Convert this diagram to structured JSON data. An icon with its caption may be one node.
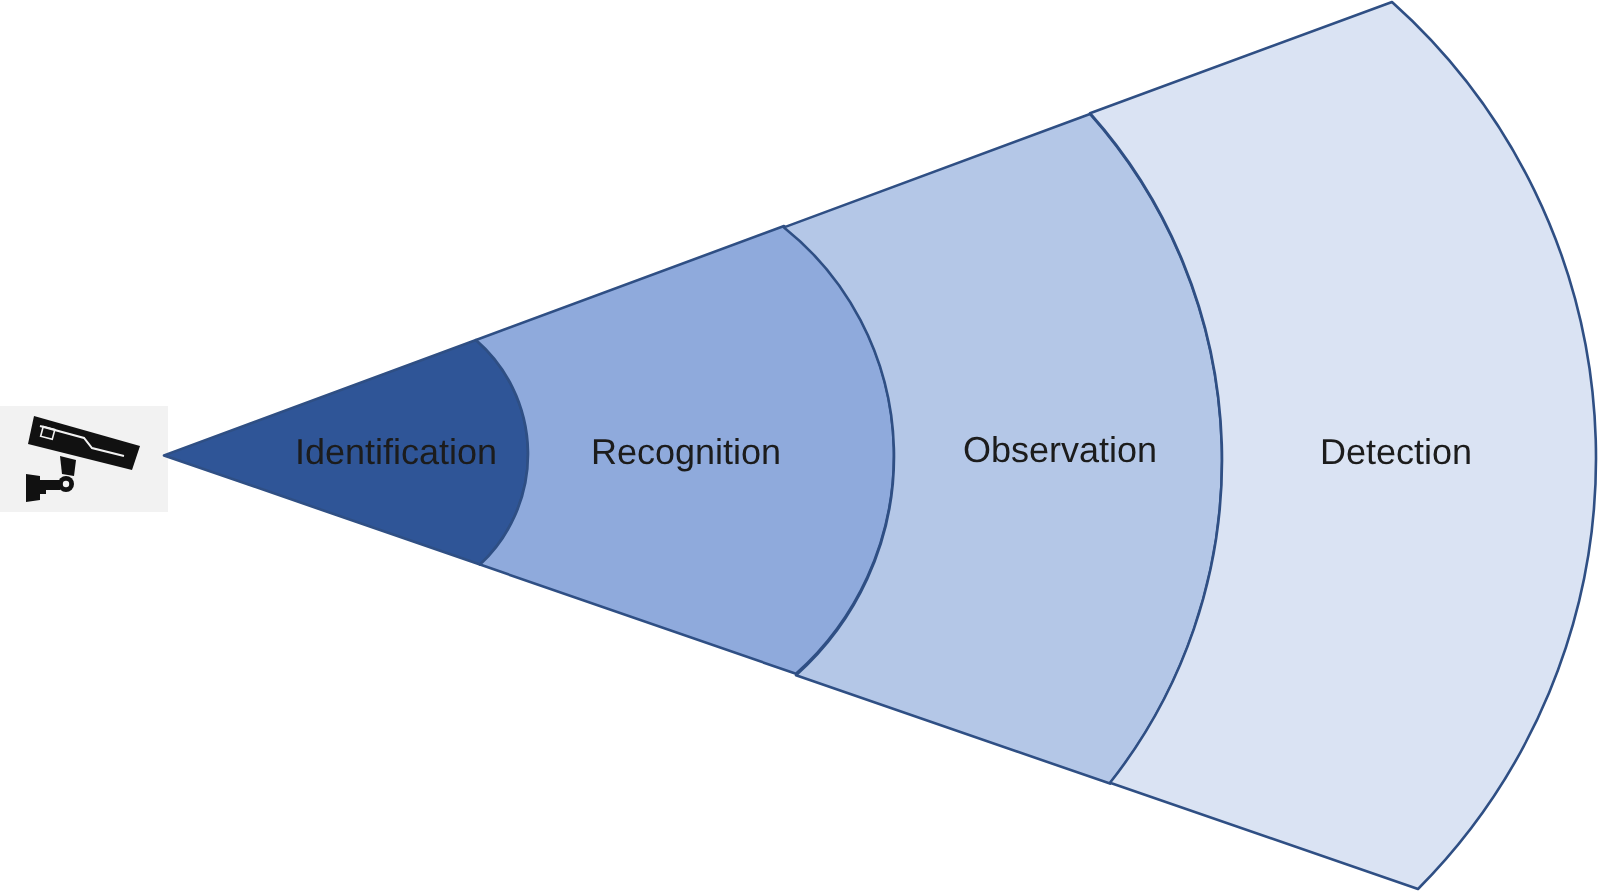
{
  "diagram": {
    "nodes": [
      {
        "text": [
          "Identification"
        ]
      },
      {
        "text": [
          "Recognition"
        ]
      },
      {
        "text": [
          "Observation"
        ]
      },
      {
        "text": [
          "Detection"
        ]
      }
    ]
  }
}
